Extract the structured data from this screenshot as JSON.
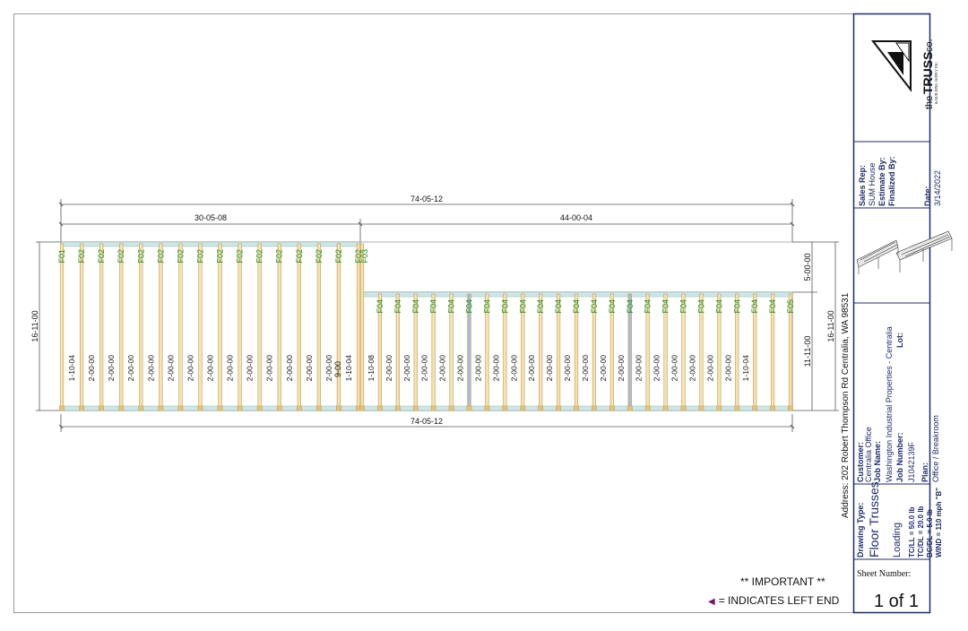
{
  "plan": {
    "overall_dim": "74-05-12",
    "left_section_dim": "30-05-08",
    "right_section_dim": "44-00-04",
    "left_depth": "16-11-00",
    "right_depth_total": "16-11-00",
    "right_step": "5-00-00",
    "right_depth": "11-11-00",
    "mid_label": "9-00",
    "address": "Address: 202 Robert Thompson Rd Centralia, WA 98531",
    "left_tags": [
      "F01",
      "F02",
      "F02",
      "F02",
      "F02",
      "F02",
      "F02",
      "F02",
      "F02",
      "F02",
      "F02",
      "F02",
      "F02",
      "F02",
      "F02",
      "F02"
    ],
    "left_spacings": [
      "1-10-04",
      "2-00-00",
      "2-00-00",
      "2-00-00",
      "2-00-00",
      "2-00-00",
      "2-00-00",
      "2-00-00",
      "2-00-00",
      "2-00-00",
      "2-00-00",
      "2-00-00",
      "2-00-00",
      "2-00-00"
    ],
    "right_first_tag": "F03",
    "right_tags": [
      "F04",
      "F04",
      "F04",
      "F04",
      "F04",
      "F04",
      "F04",
      "F04",
      "F04",
      "F04",
      "F04",
      "F04",
      "F04",
      "F04",
      "F04",
      "F04",
      "F04",
      "F04",
      "F04",
      "F04",
      "F04",
      "F04",
      "F04",
      "F05"
    ],
    "right_spacings": [
      "1-10-04",
      "1-10-08",
      "2-00-00",
      "2-00-00",
      "2-00-00",
      "2-00-00",
      "2-00-00",
      "2-00-00",
      "2-00-00",
      "2-00-00",
      "2-00-00",
      "2-00-00",
      "2-00-00",
      "2-00-00",
      "2-00-00",
      "2-00-00",
      "2-00-00",
      "2-00-00",
      "2-00-00",
      "2-00-00",
      "2-00-00",
      "2-00-00",
      "1-10-04"
    ]
  },
  "title_block": {
    "logo_line1": "the",
    "logo_line2": "TRUSS",
    "logo_line3": "co.",
    "logo_line4": "& BUILDING SUPPLY INC.",
    "sales_rep_label": "Sales Rep:",
    "sales_rep": "SUM House",
    "estimate_label": "Estimate By:",
    "finalized_label": "Finalized By:",
    "date_label": "Date:",
    "date": "3/14/2022",
    "customer_label": "Customer:",
    "customer": "Centralia Office",
    "job_name_label": "Job Name:",
    "job_name": "Washington Industrial Properties - Centralia",
    "lot_label": "Lot:",
    "job_number_label": "Job Number:",
    "job_number": "J1042139F",
    "plan_label": "Plan:",
    "plan_name": "Office / Breakroom",
    "drawing_type_label": "Drawing Type:",
    "drawing_type": "Floor Trusses",
    "loading_label": "Loading",
    "tc_ll": "TC/LL = 50.0 lb",
    "tc_dl": "TC/DL = 20.0 lb",
    "bc_dl": "BC/DL = 5.0 lb",
    "wind": "WIND = 110 mph \"B\"",
    "sheet_label": "Sheet Number:",
    "sheet_number": "1 of 1"
  },
  "footer": {
    "important": "** IMPORTANT **",
    "left_end": "= INDICATES LEFT END"
  },
  "colors": {
    "truss_fill": "#f4e3b5",
    "truss_stroke": "#c49a4a",
    "tag": "#1f8c1f",
    "plate": "#cfe6e6",
    "highlight": "#a9bcd6"
  }
}
